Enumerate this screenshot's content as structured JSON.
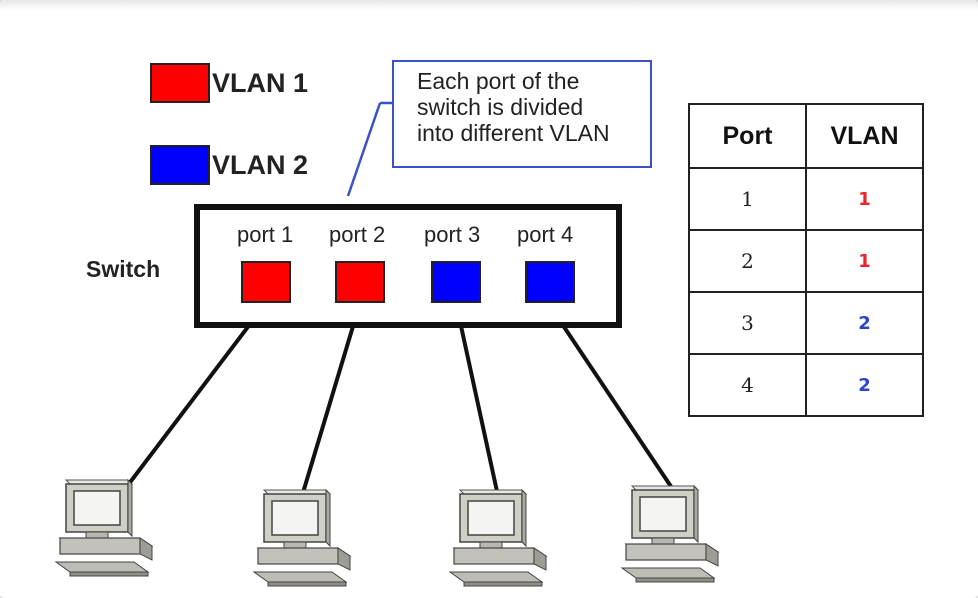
{
  "legend": [
    {
      "label": "VLAN 1",
      "color": "#ff0000"
    },
    {
      "label": "VLAN 2",
      "color": "#0000ff"
    }
  ],
  "callout": {
    "lines": [
      "Each port of the",
      "switch is divided",
      "into different VLAN"
    ],
    "border_color": "#3a52c4"
  },
  "switch": {
    "label": "Switch",
    "ports": [
      {
        "label": "port 1",
        "color": "#ff0000",
        "vlan": 1
      },
      {
        "label": "port 2",
        "color": "#ff0000",
        "vlan": 1
      },
      {
        "label": "port 3",
        "color": "#0000ff",
        "vlan": 2
      },
      {
        "label": "port 4",
        "color": "#0000ff",
        "vlan": 2
      }
    ]
  },
  "table": {
    "headers": [
      "Port",
      "VLAN"
    ],
    "rows": [
      {
        "port": "1",
        "vlan": "1",
        "vlan_color": "#e8232a"
      },
      {
        "port": "2",
        "vlan": "1",
        "vlan_color": "#e8232a"
      },
      {
        "port": "3",
        "vlan": "2",
        "vlan_color": "#2b44c9"
      },
      {
        "port": "4",
        "vlan": "2",
        "vlan_color": "#2b44c9"
      }
    ]
  },
  "computers": [
    {
      "icon": "computer-icon"
    },
    {
      "icon": "computer-icon"
    },
    {
      "icon": "computer-icon"
    },
    {
      "icon": "computer-icon"
    }
  ]
}
